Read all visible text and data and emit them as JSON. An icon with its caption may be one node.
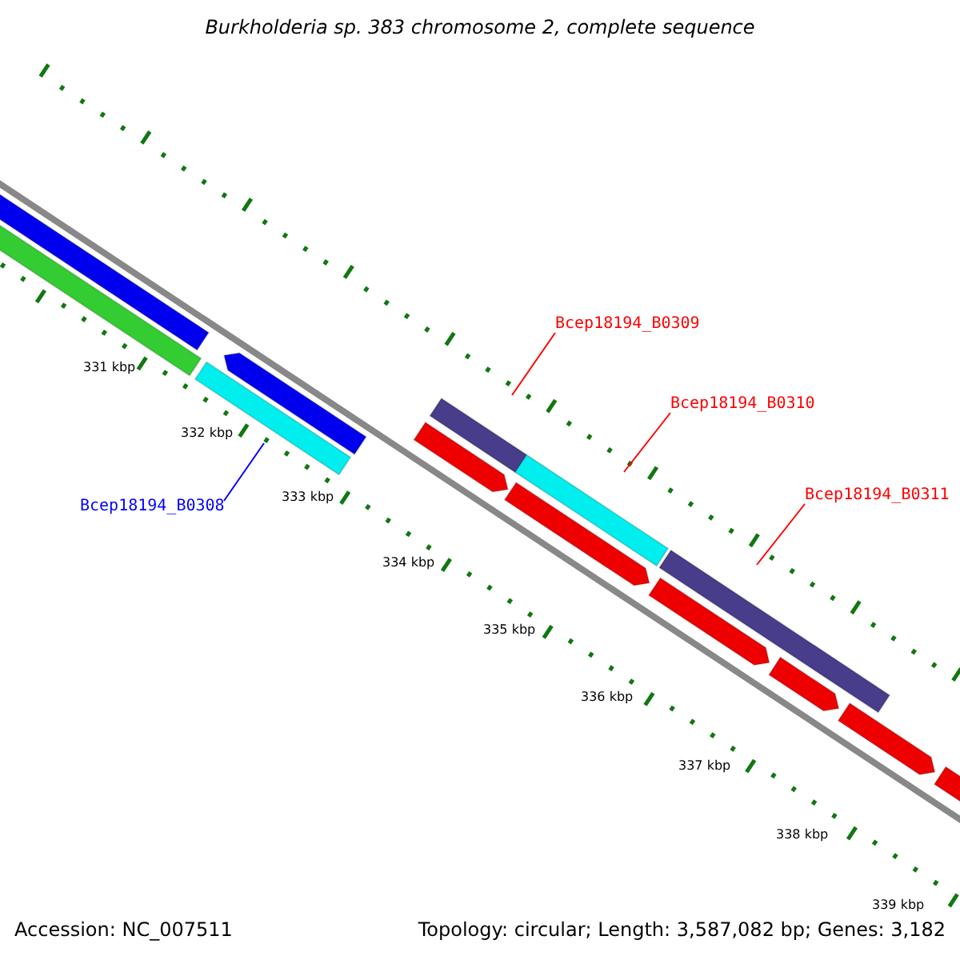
{
  "diagram": {
    "title": "Burkholderia sp. 383 chromosome 2, complete sequence",
    "nodes": [
      {
        "text": [
          "Bcep18194_B0308"
        ]
      },
      {
        "text": [],
        "shape": "bar"
      },
      {
        "text": [
          "Bcep18194_B0309"
        ]
      },
      {
        "text": [],
        "shape": "bar"
      },
      {
        "text": [
          "Bcep18194_B0310"
        ]
      },
      {
        "text": [],
        "shape": "bar"
      },
      {
        "text": [
          "Bcep18194_B0311"
        ]
      },
      {
        "text": [],
        "shape": "bar"
      },
      {
        "text": [],
        "shape": "bar"
      },
      {
        "text": [],
        "shape": "bar"
      },
      {
        "text": [],
        "shape": "bar"
      },
      {
        "text": [],
        "shape": "bar"
      },
      {
        "text": [],
        "shape": "bar"
      },
      {
        "text": [],
        "shape": "bar"
      },
      {
        "text": [],
        "shape": "bar"
      },
      {
        "text": [],
        "shape": "bar"
      },
      {
        "text": [],
        "shape": "bar"
      }
    ],
    "edges": [
      {
        "from": 0,
        "to": 1,
        "arrow": "none",
        "color": "#0000ff"
      },
      {
        "from": 2,
        "to": 3,
        "arrow": "none"
      },
      {
        "from": 4,
        "to": 5,
        "arrow": "none"
      },
      {
        "from": 6,
        "to": 7,
        "arrow": "none"
      }
    ],
    "labels": [
      "331 kbp",
      "332 kbp",
      "333 kbp",
      "334 kbp",
      "335 kbp",
      "336 kbp",
      "337 kbp",
      "338 kbp",
      "339 kbp",
      "Accession: NC_007511",
      "Topology: circular; Length: 3,587,082 bp; Genes: 3,182"
    ]
  }
}
